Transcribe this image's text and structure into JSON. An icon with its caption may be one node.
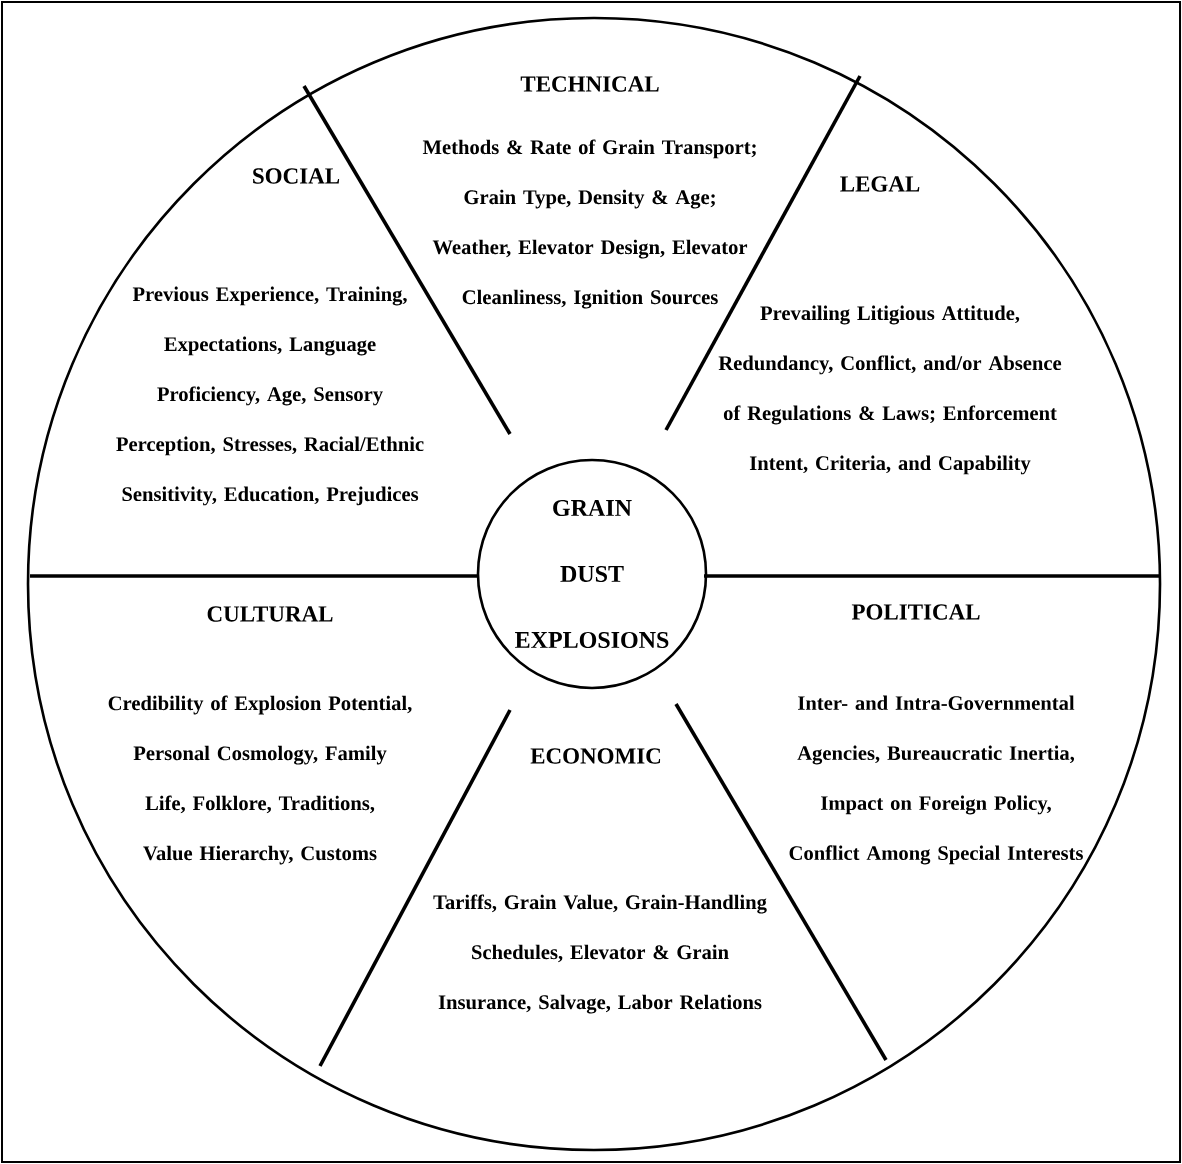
{
  "diagram": {
    "nodes": [
      {
        "text": [
          "TECHNICAL",
          "Methods & Rate of Grain Transport; Grain Type, Density & Age; Weather, Elevator Design, Elevator Cleanliness, Ignition Sources"
        ]
      },
      {
        "text": [
          "SOCIAL",
          "Previous Experience, Training, Expectations, Language Proficiency, Age, Sensory Perception, Stresses, Racial/Ethnic Sensitivity, Education, Prejudices"
        ]
      },
      {
        "text": [
          "LEGAL",
          "Prevailing Litigious Attitude, Redundancy, Conflict, and/or Absence of Regulations & Laws; Enforcement Intent, Criteria, and Capability"
        ]
      },
      {
        "text": [
          "GRAIN DUST EXPLOSIONS"
        ]
      },
      {
        "text": [
          "CULTURAL",
          "Credibility of Explosion Potential, Personal Cosmology, Family Life, Folklore, Traditions, Value Hierarchy, Customs"
        ]
      },
      {
        "text": [
          "POLITICAL",
          "Inter- and Intra-Governmental Agencies, Bureaucratic Inertia, Impact on Foreign Policy, Conflict Among Special Interests"
        ]
      },
      {
        "text": [
          "ECONOMIC",
          "Tariffs, Grain Value, Grain-Handling Schedules, Elevator & Grain Insurance, Salvage, Labor Relations"
        ]
      }
    ]
  }
}
